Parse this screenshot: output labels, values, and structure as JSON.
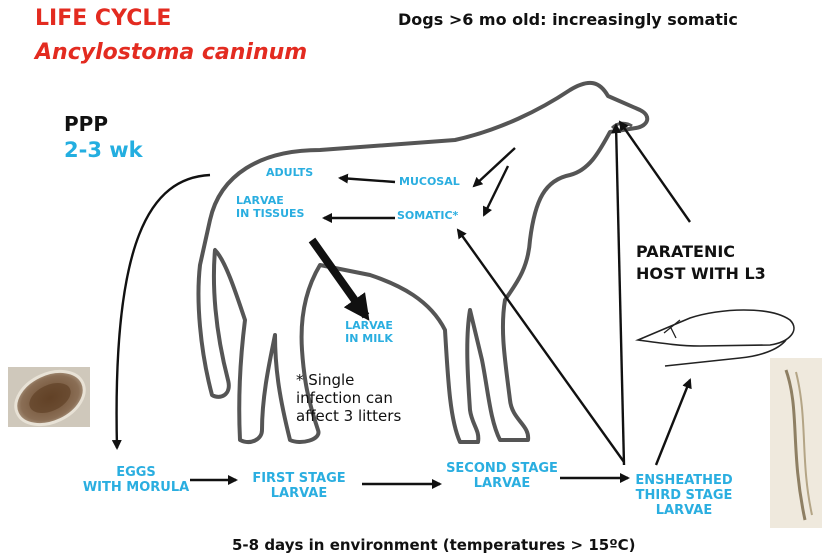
{
  "title": {
    "line1": "LIFE CYCLE",
    "line2": "Ancylostoma caninum"
  },
  "header_note": "Dogs >6 mo old: increasingly somatic",
  "ppp": {
    "label": "PPP",
    "value": "2-3 wk"
  },
  "stages": {
    "adults": "ADULTS",
    "mucosal": "MUCOSAL",
    "larvae_tissues_1": "LARVAE",
    "larvae_tissues_2": "IN TISSUES",
    "somatic": "SOMATIC*",
    "larvae_milk_1": "LARVAE",
    "larvae_milk_2": "IN MILK",
    "eggs_1": "EGGS",
    "eggs_2": "WITH MORULA",
    "first_1": "FIRST STAGE",
    "first_2": "LARVAE",
    "second_1": "SECOND STAGE",
    "second_2": "LARVAE",
    "third_1": "ENSHEATHED",
    "third_2": "THIRD STAGE",
    "third_3": "LARVAE"
  },
  "paratenic": {
    "line1": "PARATENIC",
    "line2": "HOST WITH L3"
  },
  "footnote": {
    "line1": "* Single",
    "line2": "infection can",
    "line3": "affect 3 litters"
  },
  "environment_note": "5-8 days in environment (temperatures > 15ºC)",
  "colors": {
    "title": "#e32b20",
    "stage_text": "#2aaee0",
    "outline": "#555555",
    "arrow": "#111111"
  }
}
